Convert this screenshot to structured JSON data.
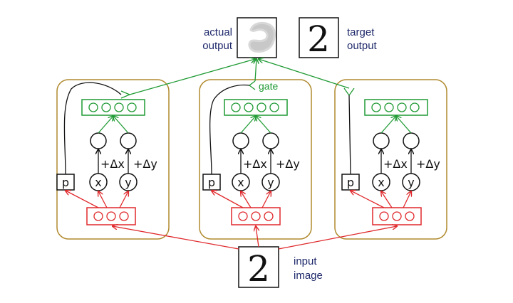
{
  "labels": {
    "actual_output_line1": "actual",
    "actual_output_line2": "output",
    "target_output_line1": "target",
    "target_output_line2": "output",
    "input_image_line1": "input",
    "input_image_line2": "image",
    "gate": "gate"
  },
  "node_labels": {
    "p": "p",
    "x": "x",
    "y": "y",
    "delta_x": "+Δx",
    "delta_y": "+Δy"
  },
  "glyphs": {
    "digit": "2"
  },
  "colors": {
    "module_border": "#b08a2e",
    "red": "#e0292c",
    "green": "#1f9a33",
    "black": "#111111",
    "text": "#1f2a6b",
    "blob": "#c8c8c8"
  },
  "module_count": 3
}
